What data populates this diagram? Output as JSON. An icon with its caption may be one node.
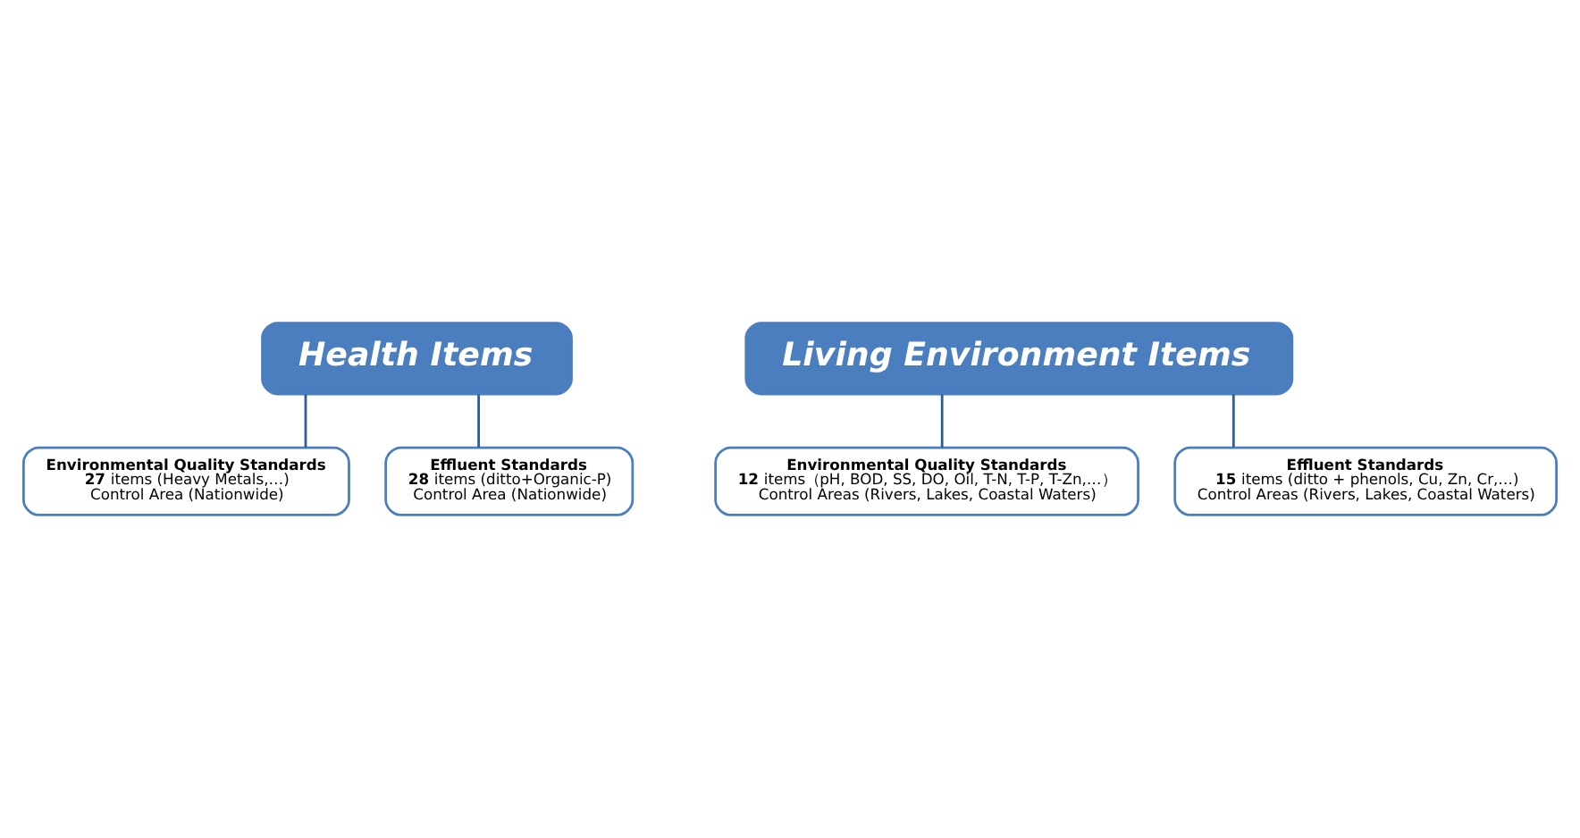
{
  "diagram": {
    "nodes": [
      {
        "text": [
          "Health Items"
        ]
      },
      {
        "text": [
          "Environmental Quality Standards",
          "**27** items (Heavy Metals,…)",
          "Control Area (Nationwide)"
        ]
      },
      {
        "text": [
          "Effluent Standards",
          "**28** items (ditto+Organic-P)",
          "Control Area (Nationwide)"
        ]
      },
      {
        "text": [
          "Living Environment Items"
        ]
      },
      {
        "text": [
          "Environmental Quality Standards",
          "**12** items（pH, BOD, SS, DO, Oil, T-N, T-P, T-Zn,…）",
          "Control Areas (Rivers, Lakes, Coastal Waters)"
        ]
      },
      {
        "text": [
          "Effluent Standards",
          "**15** items (ditto + phenols, Cu, Zn, Cr,…)",
          "Control Areas (Rivers, Lakes, Coastal Waters)"
        ]
      }
    ],
    "edges": [
      {
        "from": 0,
        "to": 1,
        "arrow": "none"
      },
      {
        "from": 0,
        "to": 2,
        "arrow": "none"
      },
      {
        "from": 3,
        "to": 4,
        "arrow": "none"
      },
      {
        "from": 3,
        "to": 5,
        "arrow": "none"
      }
    ]
  }
}
